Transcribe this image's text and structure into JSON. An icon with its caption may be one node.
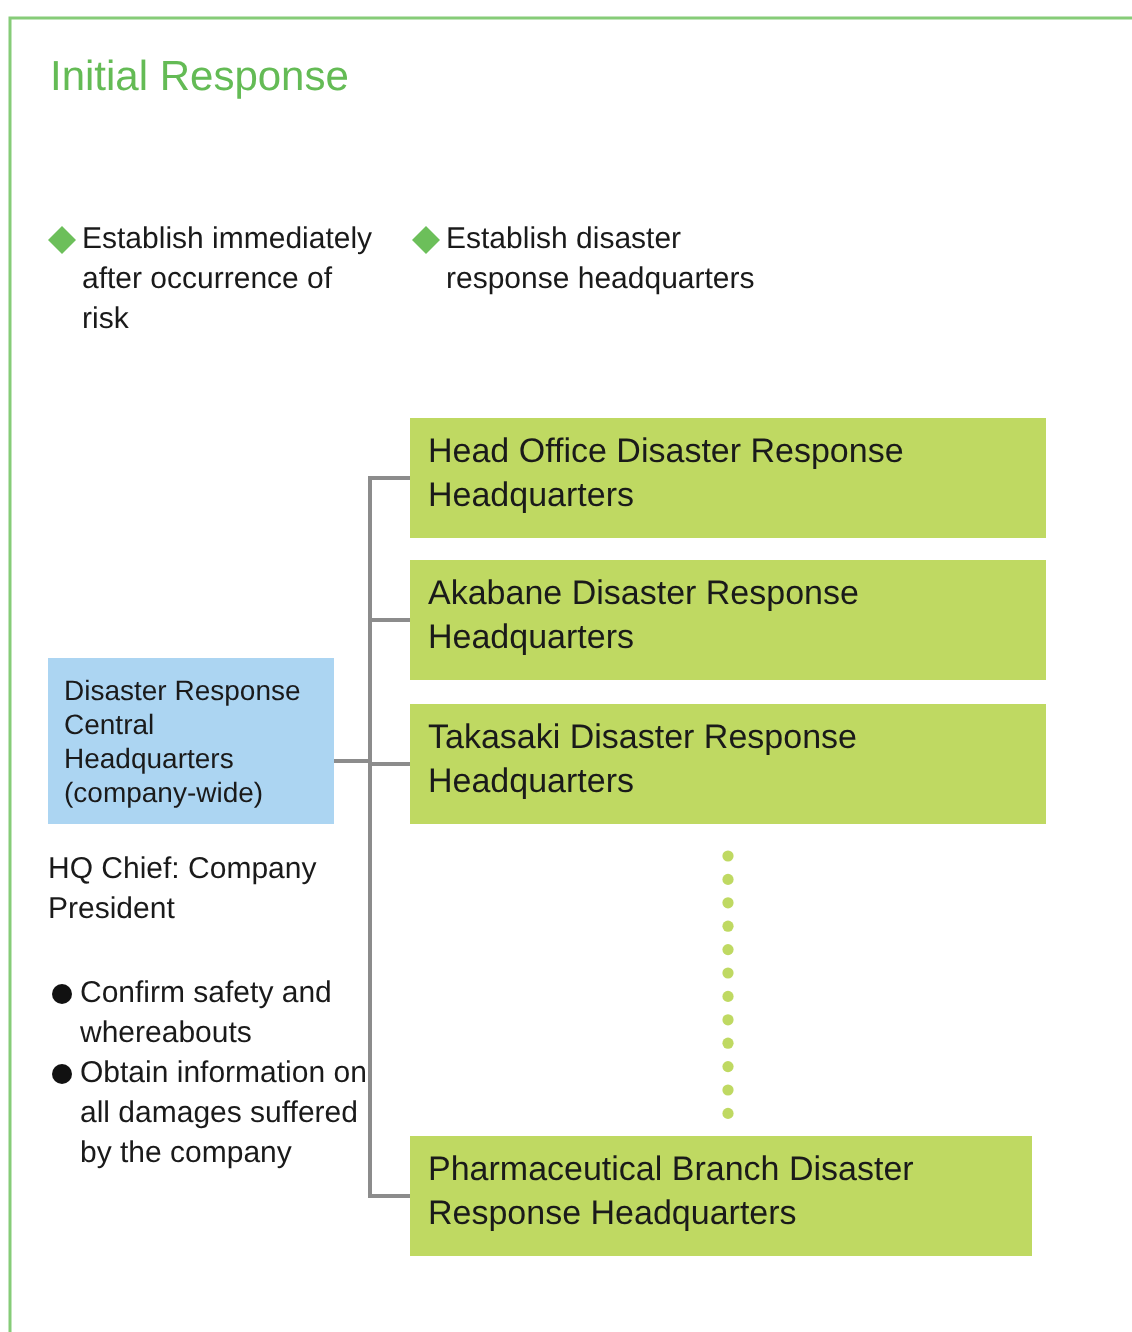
{
  "diagram": {
    "title": "Initial Response",
    "nodes": [
      {
        "text": [
          "Disaster Response Central Headquarters (company-wide)"
        ],
        "beside": [
          "HQ Chief: Company President",
          "Confirm safety and whereabouts",
          "Obtain information on all damages suffered by the company"
        ]
      },
      {
        "text": [
          "Head Office Disaster Response Headquarters"
        ]
      },
      {
        "text": [
          "Akabane Disaster Response Headquarters"
        ]
      },
      {
        "text": [
          "Takasaki Disaster Response Headquarters"
        ]
      },
      {
        "text": [
          "Pharmaceutical Branch Disaster Response Headquarters"
        ]
      }
    ],
    "edges": [
      {
        "from": 0,
        "to": 1,
        "arrow": "none"
      },
      {
        "from": 0,
        "to": 2,
        "arrow": "none"
      },
      {
        "from": 0,
        "to": 3,
        "arrow": "none"
      },
      {
        "from": 0,
        "to": 4,
        "arrow": "none"
      }
    ],
    "labels": [
      "Establish immediately after occurrence of risk",
      "Establish disaster response headquarters"
    ]
  }
}
